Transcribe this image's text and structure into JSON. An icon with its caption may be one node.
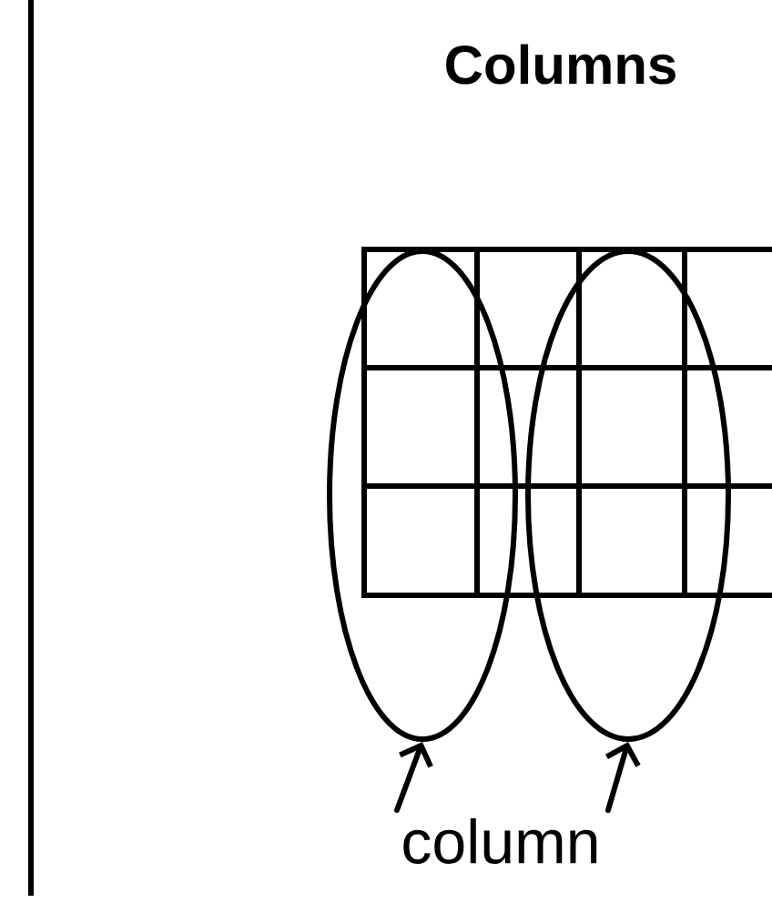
{
  "diagram": {
    "title": "Columns",
    "nodes": [
      {
        "text": [],
        "shape": "ellipse"
      },
      {
        "text": [],
        "shape": "ellipse"
      },
      {
        "text": [
          "column"
        ]
      }
    ],
    "edges": [
      {
        "from": 2,
        "to": 0,
        "arrow": "to"
      },
      {
        "from": 2,
        "to": 1,
        "arrow": "to"
      }
    ]
  }
}
